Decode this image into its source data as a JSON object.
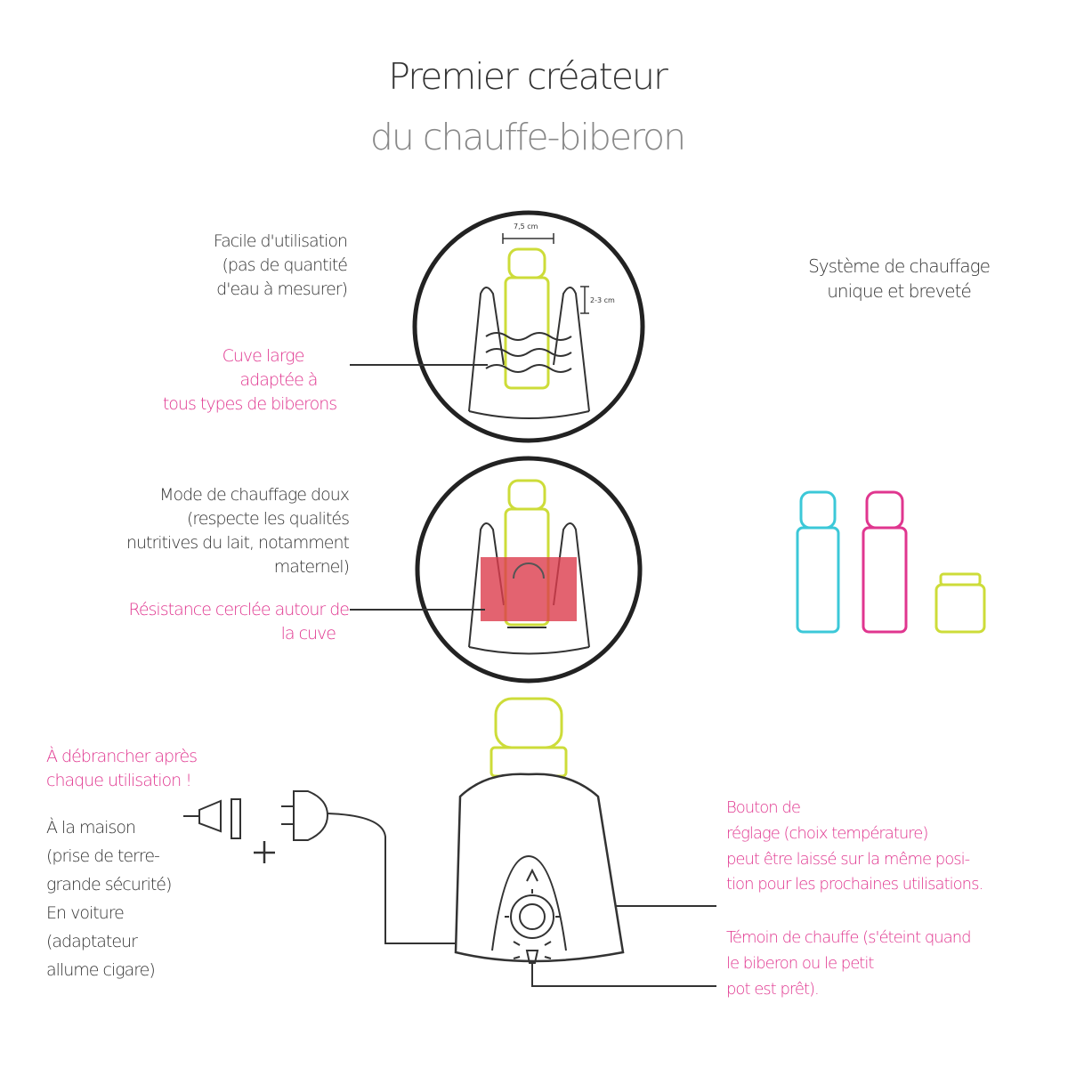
{
  "title": {
    "line1": "Premier créateur",
    "line2": "du chauffe-biberon"
  },
  "features": {
    "ease": [
      "Facile d'utilisation",
      "(pas de quantité",
      "d'eau à mesurer)"
    ],
    "tank": [
      "Cuve large",
      "adaptée à",
      "tous types de biberons"
    ],
    "heating_system": [
      "Système de chauffage",
      "unique et breveté"
    ],
    "gentle_mode": [
      "Mode de chauffage doux",
      "(respecte les qualités",
      "nutritives du lait, notamment",
      "maternel)"
    ],
    "resistance": [
      "Résistance cerclée autour de",
      "la cuve"
    ],
    "unplug": [
      "À débrancher après",
      "chaque utilisation !"
    ],
    "power": [
      "À la maison",
      "(prise de terre-",
      "grande sécurité)",
      "En voiture",
      "(adaptateur",
      "allume cigare)"
    ],
    "knob": [
      "Bouton de",
      "réglage (choix température)",
      "peut être laissé sur la même posi-",
      "tion pour les prochaines utilisations."
    ],
    "indicator": [
      "Témoin de chauffe (s'éteint quand",
      "le biberon ou le petit",
      "pot est prêt)."
    ]
  },
  "dimensions": {
    "width_label": "7,5 cm",
    "depth_label": "2-3 cm"
  },
  "colors": {
    "accent_pink": "#e0368f",
    "bottle_lime": "#cddc39",
    "bottle_cyan": "#3cc8d8",
    "resistance_red": "#dc3c4c",
    "line": "#333333"
  }
}
